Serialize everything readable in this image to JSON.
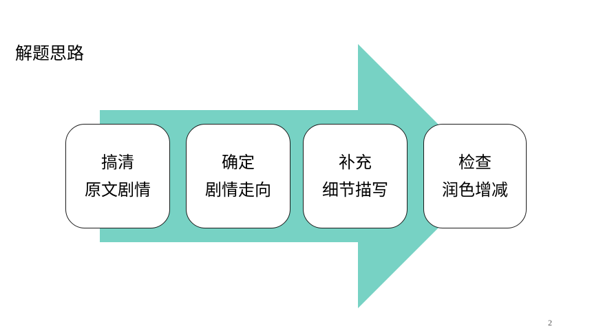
{
  "slide": {
    "title": "解题思路",
    "page_number": "2"
  },
  "colors": {
    "arrow_fill": "#77D2C4",
    "box_border": "#1a1a1a",
    "box_fill": "#ffffff"
  },
  "steps": [
    {
      "line1": "搞清",
      "line2": "原文剧情"
    },
    {
      "line1": "确定",
      "line2": "剧情走向"
    },
    {
      "line1": "补充",
      "line2": "细节描写"
    },
    {
      "line1": "检查",
      "line2": "润色增减"
    }
  ]
}
